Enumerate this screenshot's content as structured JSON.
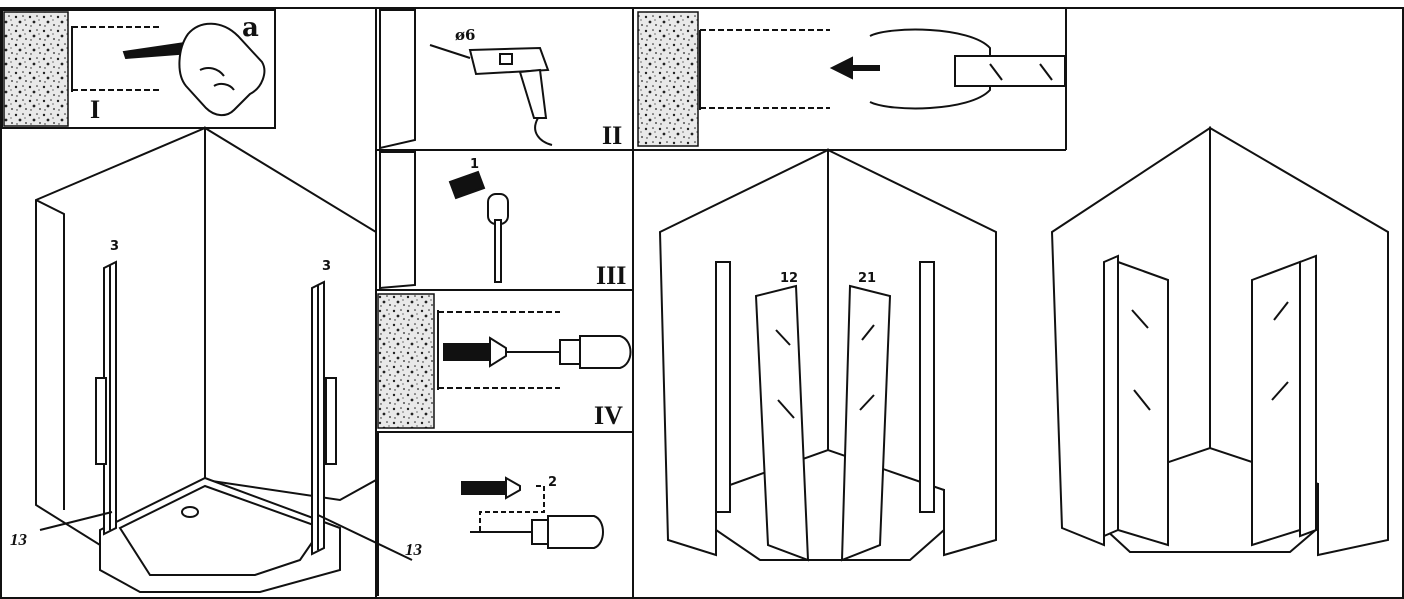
{
  "panels": {
    "step_a": {
      "letter": "a",
      "step": "I"
    },
    "drill": {
      "bit": "ø6",
      "step": "II"
    },
    "plug": {
      "part": "1",
      "step": "III"
    },
    "screw": {
      "step": "IV"
    },
    "screw_part": {
      "part": "2"
    },
    "overview": {
      "profile_left": "3",
      "profile_right": "3",
      "gap_left": "13",
      "gap_right": "13"
    },
    "doors": {
      "door_left": "12",
      "door_right": "21"
    }
  },
  "colors": {
    "ink": "#111111",
    "paper": "#ffffff",
    "stone": "#e6e6e6"
  },
  "icons": [
    "hand-pencil-icon",
    "drill-icon",
    "wall-plug-icon",
    "screw-icon",
    "screwdriver-icon",
    "arrow-icon"
  ]
}
